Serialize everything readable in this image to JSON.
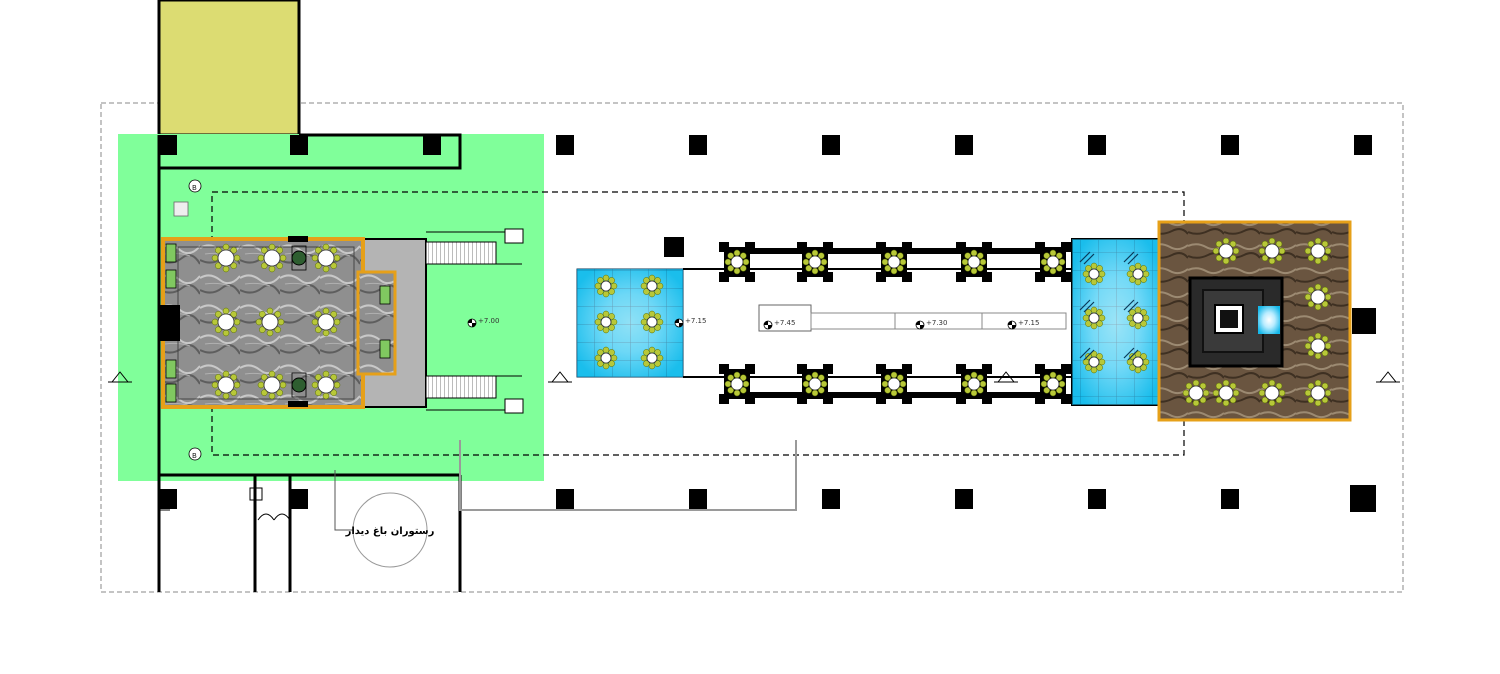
{
  "colors": {
    "background": "#ffffff",
    "green_zone": "#80ff9a",
    "yellow_block": "#dcdc72",
    "cyan_pool": "#21c3ee",
    "orange_frame": "#e6a019",
    "wood_deck": "#6a5540",
    "marble": "#8c8c8c",
    "table_green": "#b8c838",
    "dashed": "#8a8a8a"
  },
  "levels": [
    "+7.00",
    "+7.15",
    "+7.45",
    "+7.30",
    "+7.15"
  ],
  "section_markers": [
    "B",
    "B"
  ],
  "restaurant_label": "رستوران باغ دیدار"
}
